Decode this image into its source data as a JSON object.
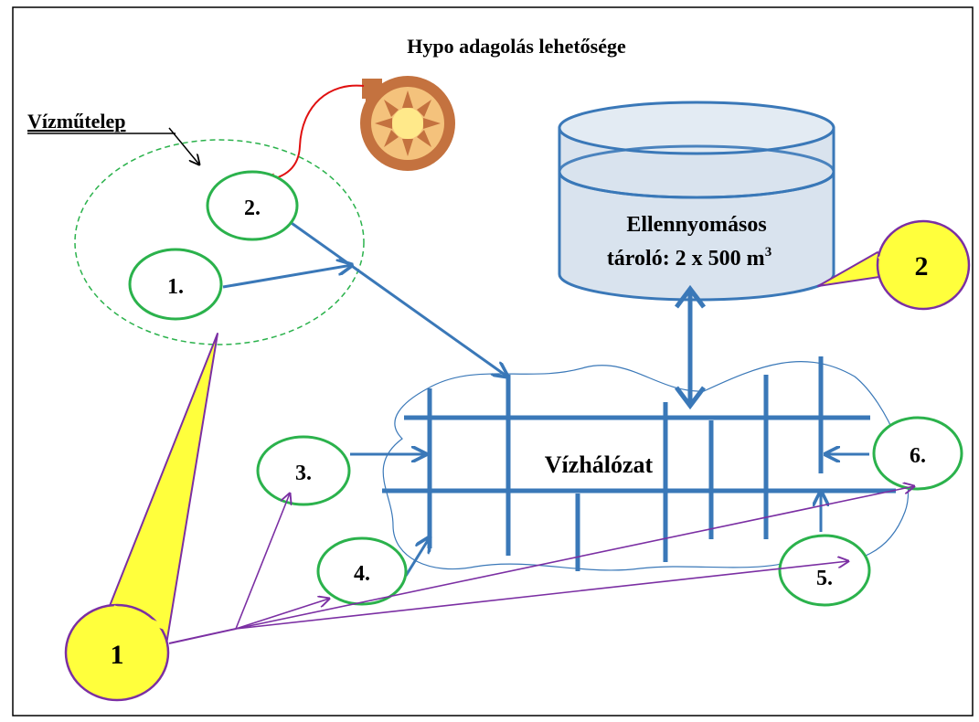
{
  "diagram": {
    "title": "Hypo adagolás lehetősége",
    "plant_label": "Vízműtelep",
    "tank": {
      "line1": "Ellennyomásos",
      "line2_prefix": "tároló: 2 x 500 m",
      "line2_sup": "3"
    },
    "network_label": "Vízhálózat",
    "points": [
      "1.",
      "2.",
      "3.",
      "4.",
      "5.",
      "6."
    ],
    "callouts": [
      "1",
      "2"
    ]
  },
  "colors": {
    "green": "#2bb24c",
    "blue": "#3a78b8",
    "purple": "#7b2fa3",
    "yellow": "#ffff3c",
    "tank_fill": "#d9e3ee",
    "pump": "#c4723f",
    "red": "#e01010"
  }
}
